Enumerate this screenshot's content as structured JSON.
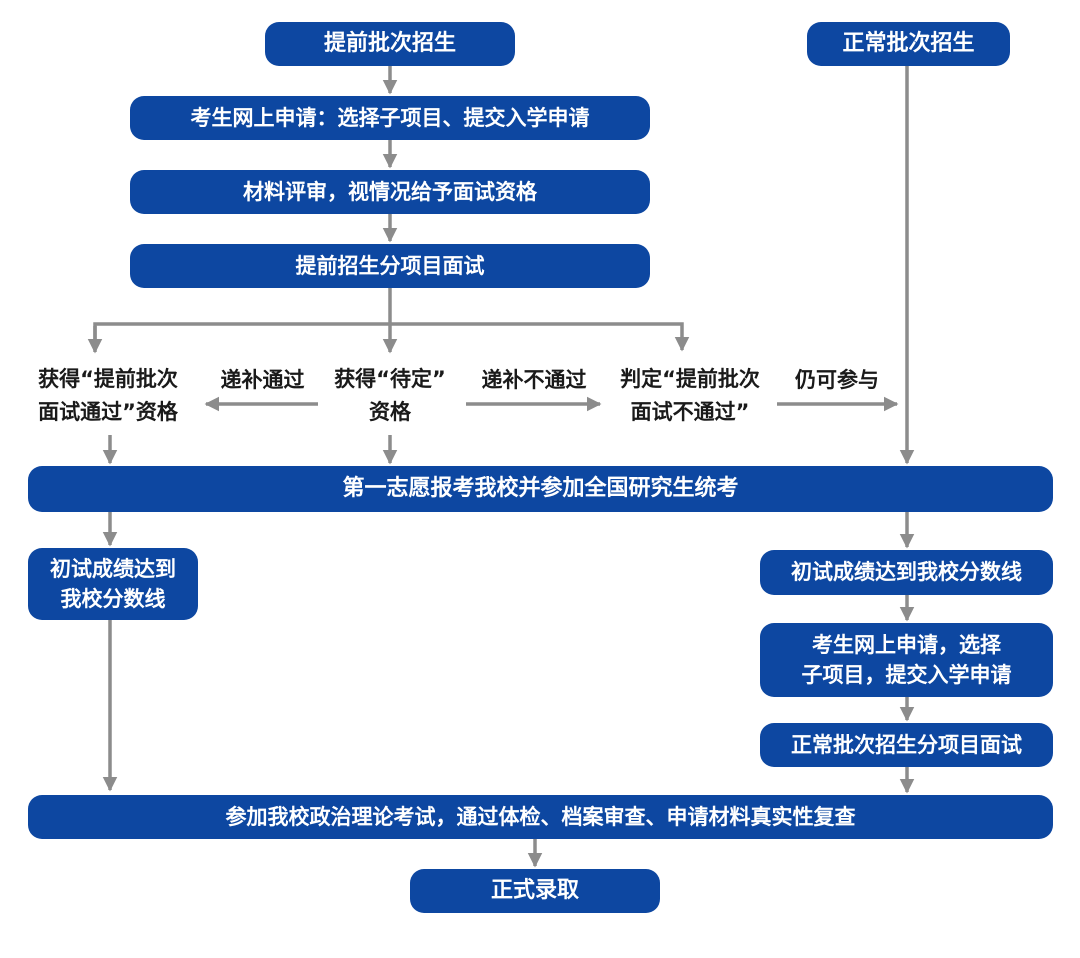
{
  "nodes": {
    "early_batch": "提前批次招生",
    "normal_batch": "正常批次招生",
    "apply_online": "考生网上申请：选择子项目、提交入学申请",
    "material_review": "材料评审，视情况给予面试资格",
    "early_interview": "提前招生分项目面试",
    "qualified": "获得“提前批次\n面试通过”资格",
    "pending": "获得“待定”\n资格",
    "not_passed": "判定“提前批次\n面试不通过”",
    "national_exam": "第一志愿报考我校并参加全国研究生统考",
    "left_score": "初试成绩达到\n我校分数线",
    "right_score": "初试成绩达到我校分数线",
    "right_apply": "考生网上申请，选择\n子项目，提交入学申请",
    "normal_interview": "正常批次招生分项目面试",
    "final_checks": "参加我校政治理论考试，通过体检、档案审查、申请材料真实性复查",
    "admission": "正式录取"
  },
  "edge_labels": {
    "supplement_pass": "递补通过",
    "supplement_fail": "递补不通过",
    "still_participate": "仍可参与"
  },
  "colors": {
    "box": "#0d47a1",
    "box_text": "#ffffff",
    "arrow": "#8c8c8c",
    "label_text": "#1a1a1a"
  }
}
